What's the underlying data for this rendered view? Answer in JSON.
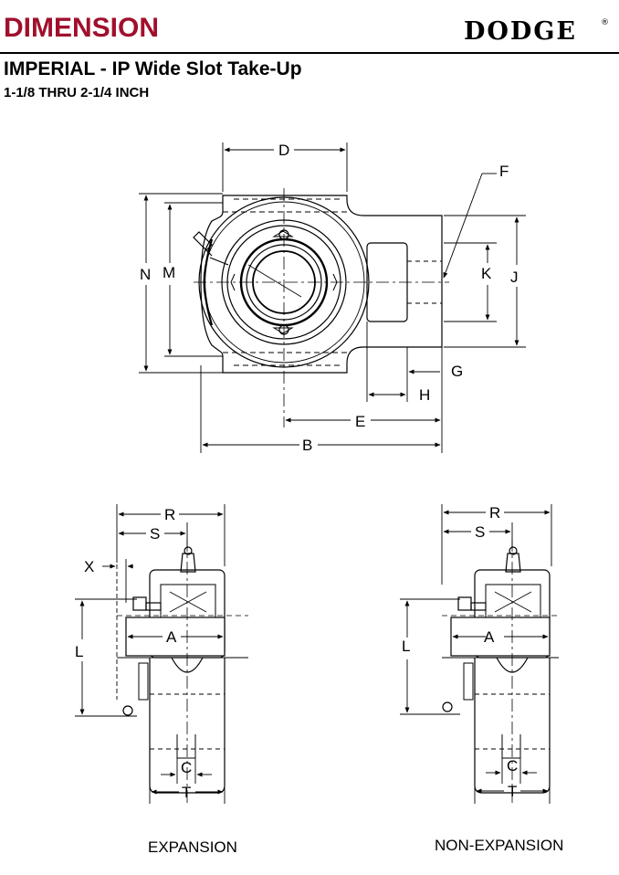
{
  "header": {
    "title": "DIMENSION",
    "brand": "DODGE",
    "brand_mark": "®",
    "title_color": "#a0102c"
  },
  "product": {
    "name": "IMPERIAL - IP Wide Slot Take-Up",
    "size_range": "1-1/8 THRU 2-1/4 INCH"
  },
  "top_view": {
    "labels": {
      "D": "D",
      "F": "F",
      "N": "N",
      "M": "M",
      "K": "K",
      "J": "J",
      "G": "G",
      "H": "H",
      "E": "E",
      "B": "B"
    }
  },
  "side_views": [
    {
      "caption": "EXPANSION",
      "labels": {
        "R": "R",
        "S": "S",
        "X": "X",
        "L": "L",
        "A": "A",
        "C": "C",
        "T": "T"
      }
    },
    {
      "caption": "NON-EXPANSION",
      "labels": {
        "R": "R",
        "S": "S",
        "L": "L",
        "A": "A",
        "C": "C",
        "T": "T"
      }
    }
  ]
}
